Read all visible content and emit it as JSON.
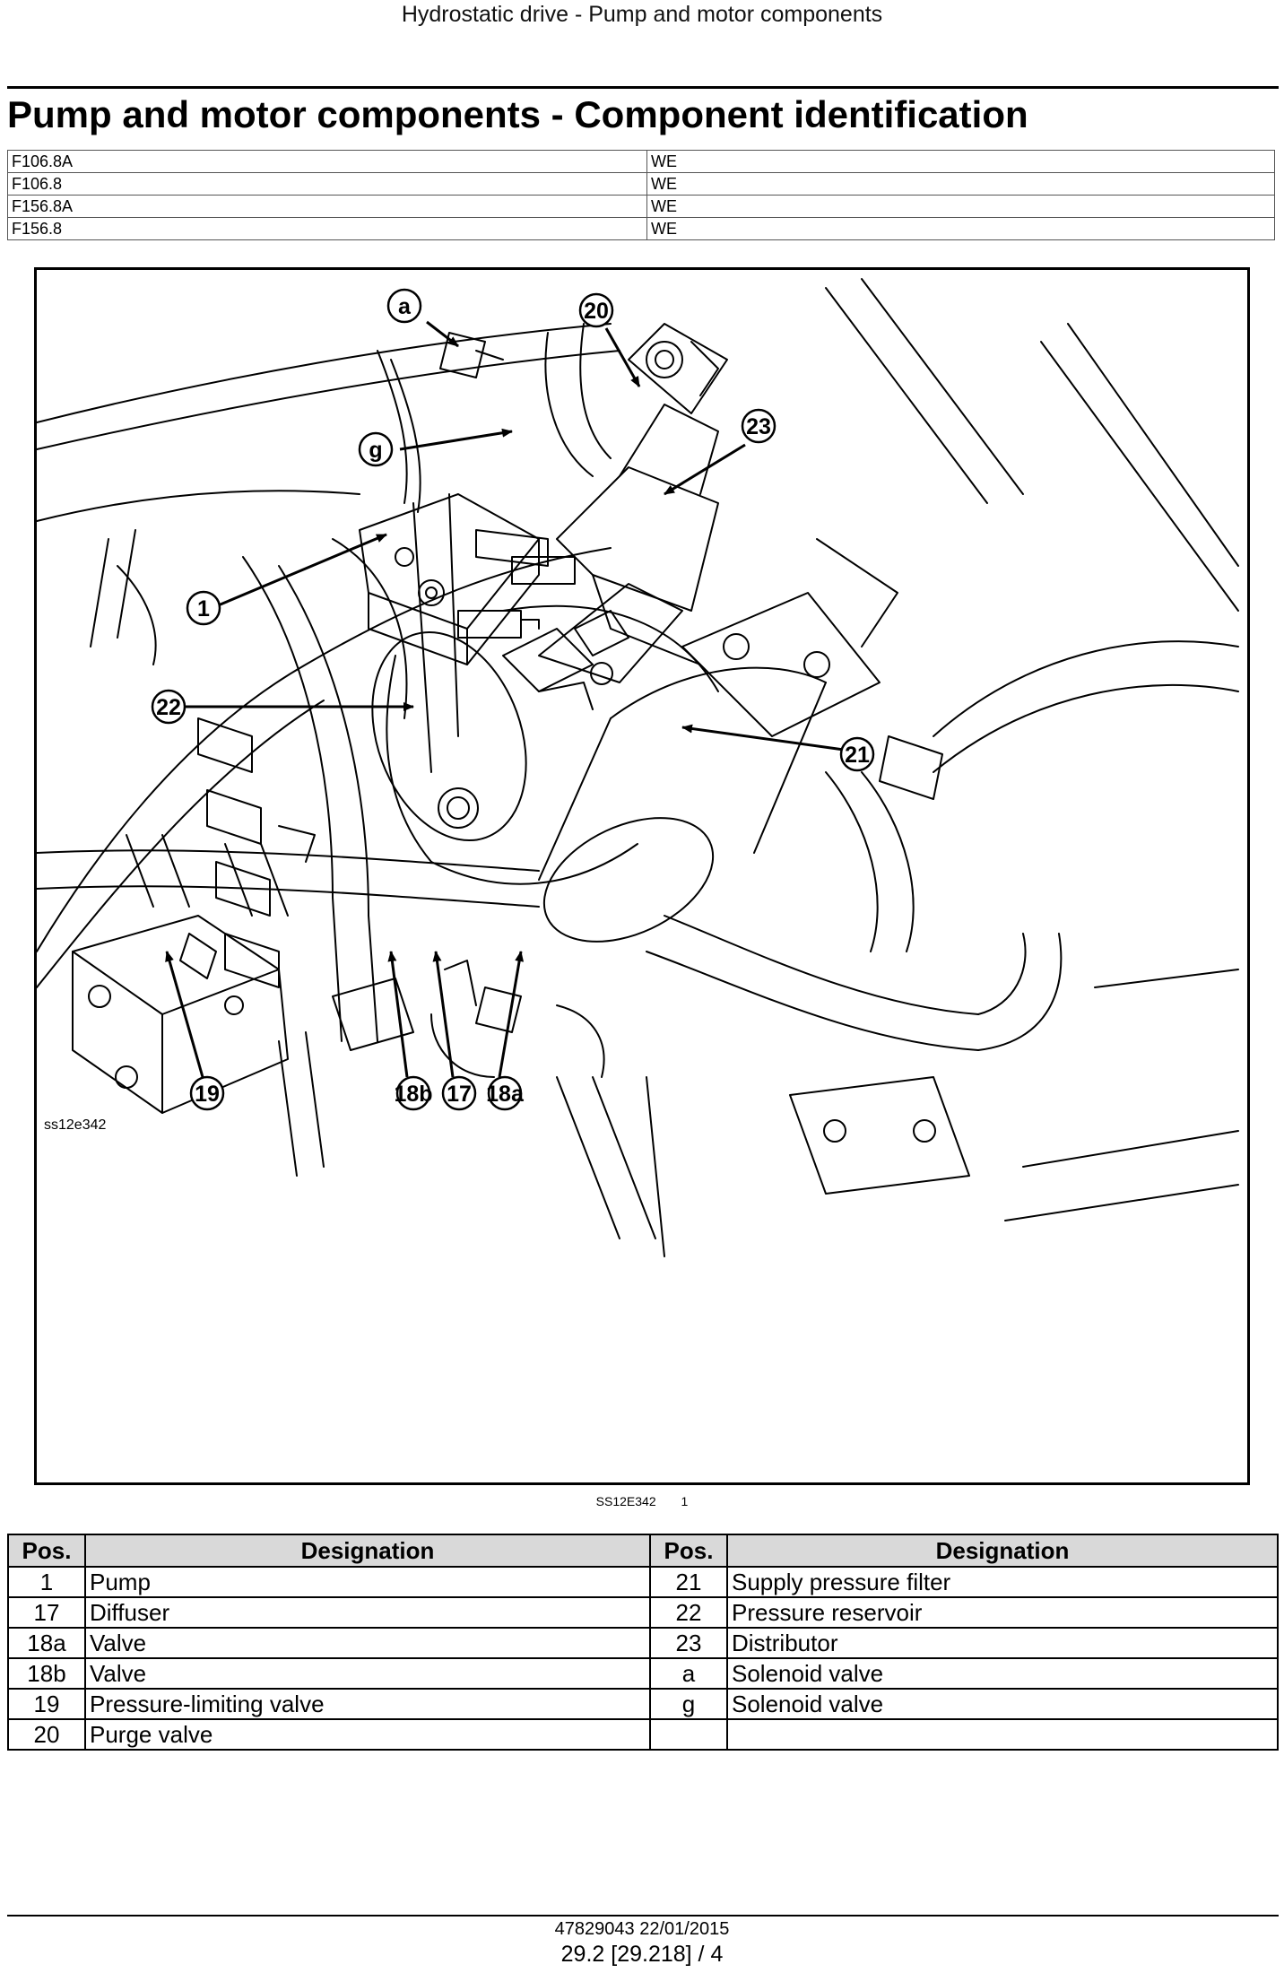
{
  "header": {
    "running_title": "Hydrostatic drive - Pump and motor components"
  },
  "page_title": "Pump and motor components - Component identification",
  "models": [
    {
      "model": "F106.8A",
      "region": "WE"
    },
    {
      "model": "F106.8",
      "region": "WE"
    },
    {
      "model": "F156.8A",
      "region": "WE"
    },
    {
      "model": "F156.8",
      "region": "WE"
    }
  ],
  "figure": {
    "code": "ss12e342",
    "callouts": [
      "a",
      "20",
      "23",
      "g",
      "1",
      "22",
      "21",
      "19",
      "18b",
      "17",
      "18a"
    ]
  },
  "caption": {
    "code": "SS12E342",
    "number": "1"
  },
  "legend": {
    "headers": {
      "pos": "Pos.",
      "designation": "Designation"
    },
    "rows": [
      {
        "pos1": "1",
        "des1": "Pump",
        "pos2": "21",
        "des2": "Supply pressure filter"
      },
      {
        "pos1": "17",
        "des1": "Diffuser",
        "pos2": "22",
        "des2": "Pressure reservoir"
      },
      {
        "pos1": "18a",
        "des1": "Valve",
        "pos2": "23",
        "des2": "Distributor"
      },
      {
        "pos1": "18b",
        "des1": "Valve",
        "pos2": "a",
        "des2": "Solenoid valve"
      },
      {
        "pos1": "19",
        "des1": "Pressure-limiting valve",
        "pos2": "g",
        "des2": "Solenoid valve"
      },
      {
        "pos1": "20",
        "des1": "Purge valve",
        "pos2": "",
        "des2": ""
      }
    ]
  },
  "footer": {
    "doc_ref": "47829043 22/01/2015",
    "page_ref": "29.2 [29.218] / 4"
  }
}
